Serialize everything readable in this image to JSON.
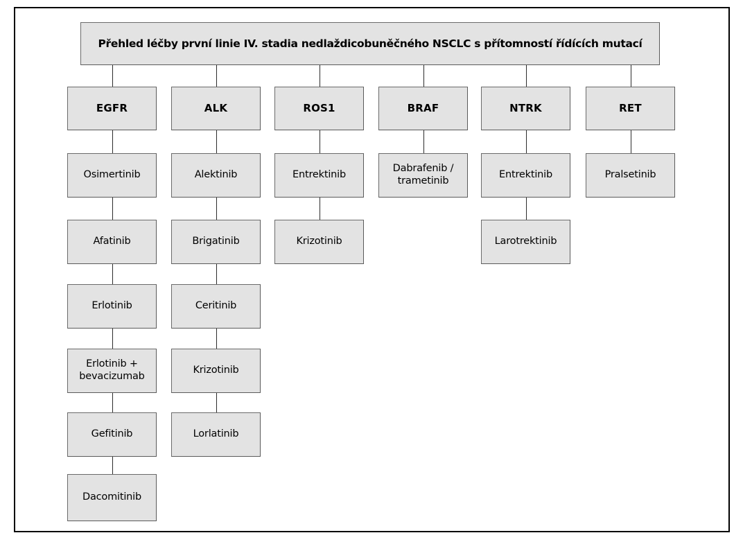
{
  "diagram": {
    "title": "Přehled léčby první linie IV. stadia nedlaždicobuněčného NSCLC s přítomností řídících mutací",
    "colors": {
      "node_fill": "#e3e3e3",
      "node_border": "#5a5a5a",
      "connector": "#2b2b2b",
      "frame": "#000000",
      "background": "#ffffff",
      "text": "#000000"
    },
    "columns": [
      {
        "header": "EGFR",
        "drugs": [
          "Osimertinib",
          "Afatinib",
          "Erlotinib",
          "Erlotinib +\nbevacizumab",
          "Gefitinib",
          "Dacomitinib"
        ]
      },
      {
        "header": "ALK",
        "drugs": [
          "Alektinib",
          "Brigatinib",
          "Ceritinib",
          "Krizotinib",
          "Lorlatinib"
        ]
      },
      {
        "header": "ROS1",
        "drugs": [
          "Entrektinib",
          "Krizotinib"
        ]
      },
      {
        "header": "BRAF",
        "drugs": [
          "Dabrafenib /\ntrametinib"
        ]
      },
      {
        "header": "NTRK",
        "drugs": [
          "Entrektinib",
          "Larotrektinib"
        ]
      },
      {
        "header": "RET",
        "drugs": [
          "Pralsetinib"
        ]
      }
    ]
  }
}
